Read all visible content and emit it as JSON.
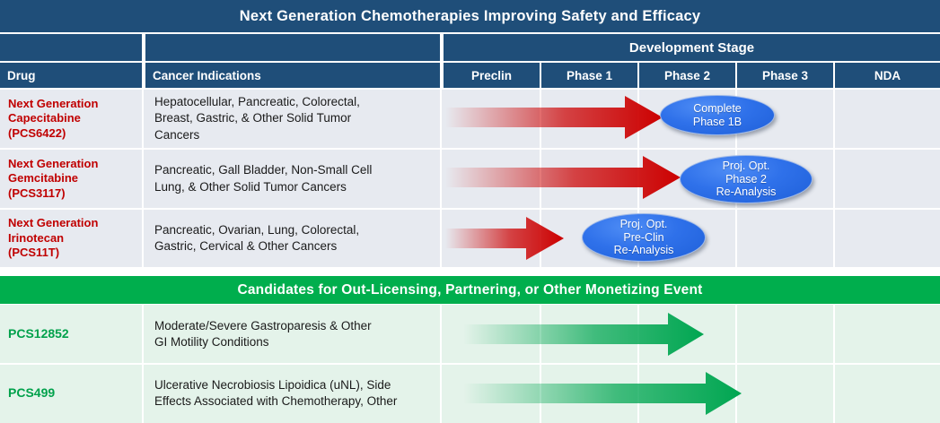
{
  "title": "Next Generation Chemotherapies Improving Safety and Efficacy",
  "green_section_title": "Candidates for Out-Licensing, Partnering, or Other Monetizing Event",
  "header": {
    "development_stage": "Development Stage",
    "drug": "Drug",
    "cancer_indications": "Cancer Indications",
    "stages": [
      "Preclin",
      "Phase 1",
      "Phase 2",
      "Phase 3",
      "NDA"
    ]
  },
  "colors": {
    "navy": "#1F4E79",
    "green": "#00AE4D",
    "drug_red": "#C00000",
    "drug_green": "#00A14B",
    "row_blue": "#E7EAF0",
    "row_mint": "#E4F3EA",
    "arrow_red": "#CC0000",
    "arrow_green": "#00A651",
    "ellipse_blue": "#2F71EA"
  },
  "rows": [
    {
      "drug": "Next Generation Capecitabine (PCS6422)",
      "drug_lines": [
        "Next Generation",
        "Capecitabine",
        "(PCS6422)"
      ],
      "indication": "Hepatocellular, Pancreatic, Colorectal, Breast, Gastric, & Other Solid Tumor Cancers",
      "indication_lines": [
        "Hepatocellular, Pancreatic, Colorectal,",
        "Breast, Gastric, & Other Solid Tumor",
        "Cancers"
      ],
      "arrow": {
        "color": "red",
        "end_stage": "Phase 1"
      },
      "callout": {
        "lines": [
          "Complete",
          "Phase 1B"
        ],
        "stage": "Phase 2"
      }
    },
    {
      "drug": "Next Generation Gemcitabine (PCS3117)",
      "drug_lines": [
        "Next Generation",
        "Gemcitabine",
        "(PCS3117)"
      ],
      "indication": "Pancreatic, Gall Bladder, Non-Small Cell Lung, & Other Solid Tumor Cancers",
      "indication_lines": [
        "Pancreatic, Gall Bladder, Non-Small Cell",
        "Lung, & Other Solid Tumor Cancers"
      ],
      "arrow": {
        "color": "red",
        "end_stage": "Phase 1"
      },
      "callout": {
        "lines": [
          "Proj. Opt.",
          "Phase 2",
          "Re-Analysis"
        ],
        "stage": "Phase 2"
      }
    },
    {
      "drug": "Next Generation Irinotecan (PCS11T)",
      "drug_lines": [
        "Next Generation",
        "Irinotecan",
        "(PCS11T)"
      ],
      "indication": "Pancreatic, Ovarian, Lung, Colorectal, Gastric, Cervical & Other Cancers",
      "indication_lines": [
        "Pancreatic, Ovarian, Lung, Colorectal,",
        "Gastric, Cervical & Other Cancers"
      ],
      "arrow": {
        "color": "red",
        "end_stage": "Preclin"
      },
      "callout": {
        "lines": [
          "Proj. Opt.",
          "Pre-Clin",
          "Re-Analysis"
        ],
        "stage": "Phase 1"
      }
    }
  ],
  "green_rows": [
    {
      "drug": "PCS12852",
      "drug_lines": [
        "PCS12852"
      ],
      "indication": "Moderate/Severe Gastroparesis & Other GI Motility Conditions",
      "indication_lines": [
        "Moderate/Severe Gastroparesis & Other",
        "GI Motility Conditions"
      ],
      "arrow": {
        "color": "green",
        "end_stage": "Phase 2"
      },
      "callout": null
    },
    {
      "drug": "PCS499",
      "drug_lines": [
        "PCS499"
      ],
      "indication": "Ulcerative Necrobiosis Lipoidica (uNL),  Side Effects Associated with Chemotherapy, Other",
      "indication_lines": [
        "Ulcerative Necrobiosis Lipoidica (uNL),  Side",
        "Effects Associated with Chemotherapy, Other"
      ],
      "arrow": {
        "color": "green",
        "end_stage": "Phase 2"
      },
      "callout": null
    }
  ]
}
